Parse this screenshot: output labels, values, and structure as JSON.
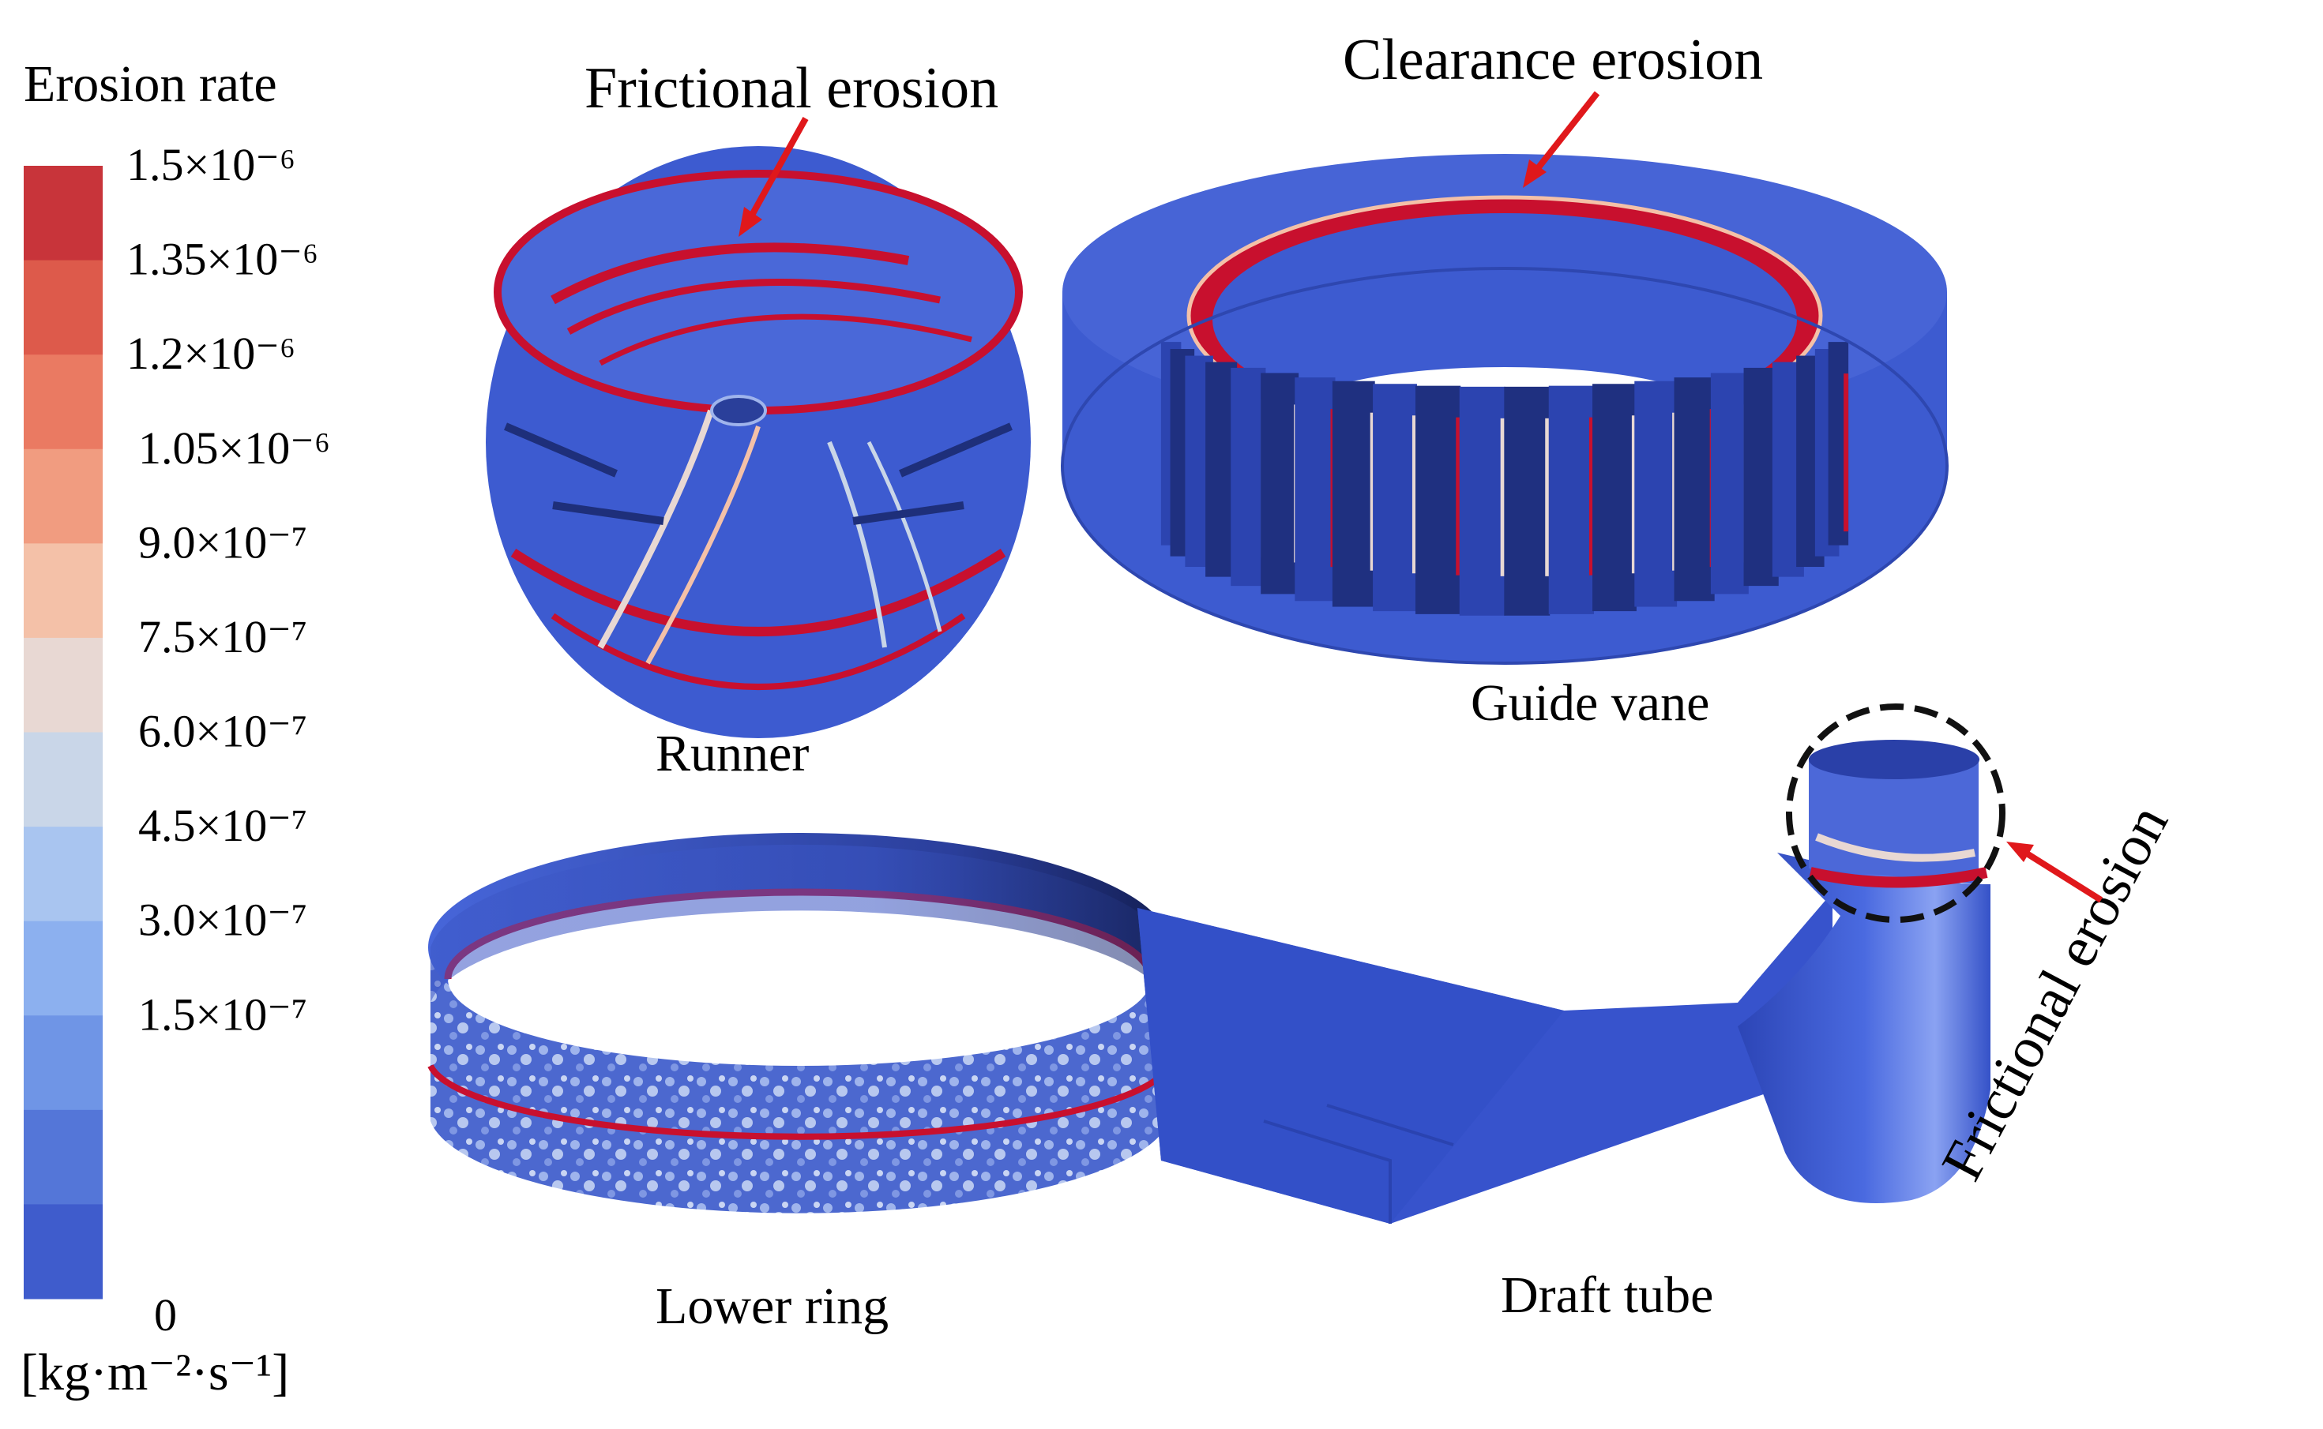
{
  "legend": {
    "title": "Erosion rate",
    "unit": "[kg·m⁻²·s⁻¹]",
    "ticks": [
      "1.5×10⁻⁶",
      "1.35×10⁻⁶",
      "1.2×10⁻⁶",
      "1.05×10⁻⁶",
      "9.0×10⁻⁷",
      "7.5×10⁻⁷",
      "6.0×10⁻⁷",
      "4.5×10⁻⁷",
      "3.0×10⁻⁷",
      "1.5×10⁻⁷",
      "0"
    ],
    "colors": [
      "#c8343a",
      "#dd5a4b",
      "#ea7a62",
      "#f19c80",
      "#f4c1a8",
      "#e8d8d3",
      "#c9d6e8",
      "#a9c5f0",
      "#8cb0ef",
      "#6f95e6",
      "#5476d8",
      "#3f5ccc"
    ]
  },
  "components": {
    "runner": "Runner",
    "guide_vane": "Guide vane",
    "lower_ring": "Lower ring",
    "draft_tube": "Draft tube"
  },
  "annotations": {
    "runner": "Frictional erosion",
    "guide_vane": "Clearance erosion",
    "draft_tube": "Frictional erosion"
  },
  "palette": {
    "body_blue": "#3f5dd4",
    "dark_blue": "#1e2f7a",
    "erosion_red": "#c8102e",
    "arrow_red": "#e0181b"
  }
}
